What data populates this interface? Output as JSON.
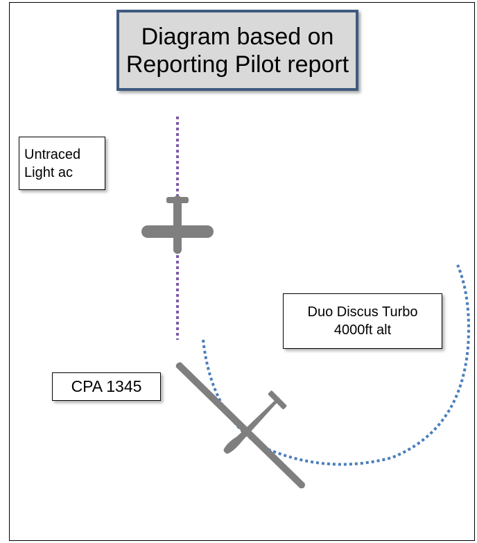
{
  "title": {
    "line1": "Diagram based on",
    "line2": "Reporting Pilot report"
  },
  "untraced_aircraft": {
    "line1": "Untraced",
    "line2": "Light ac"
  },
  "glider": {
    "line1": "Duo Discus Turbo",
    "line2": "4000ft alt"
  },
  "cpa": {
    "text": "CPA 1345"
  },
  "colors": {
    "aircraft": "#7f7f7f",
    "light_ac_track": "#7f5aa8",
    "glider_track": "#4a7ebb",
    "title_border": "#3f5a7f",
    "title_fill": "#d9d9d9"
  }
}
